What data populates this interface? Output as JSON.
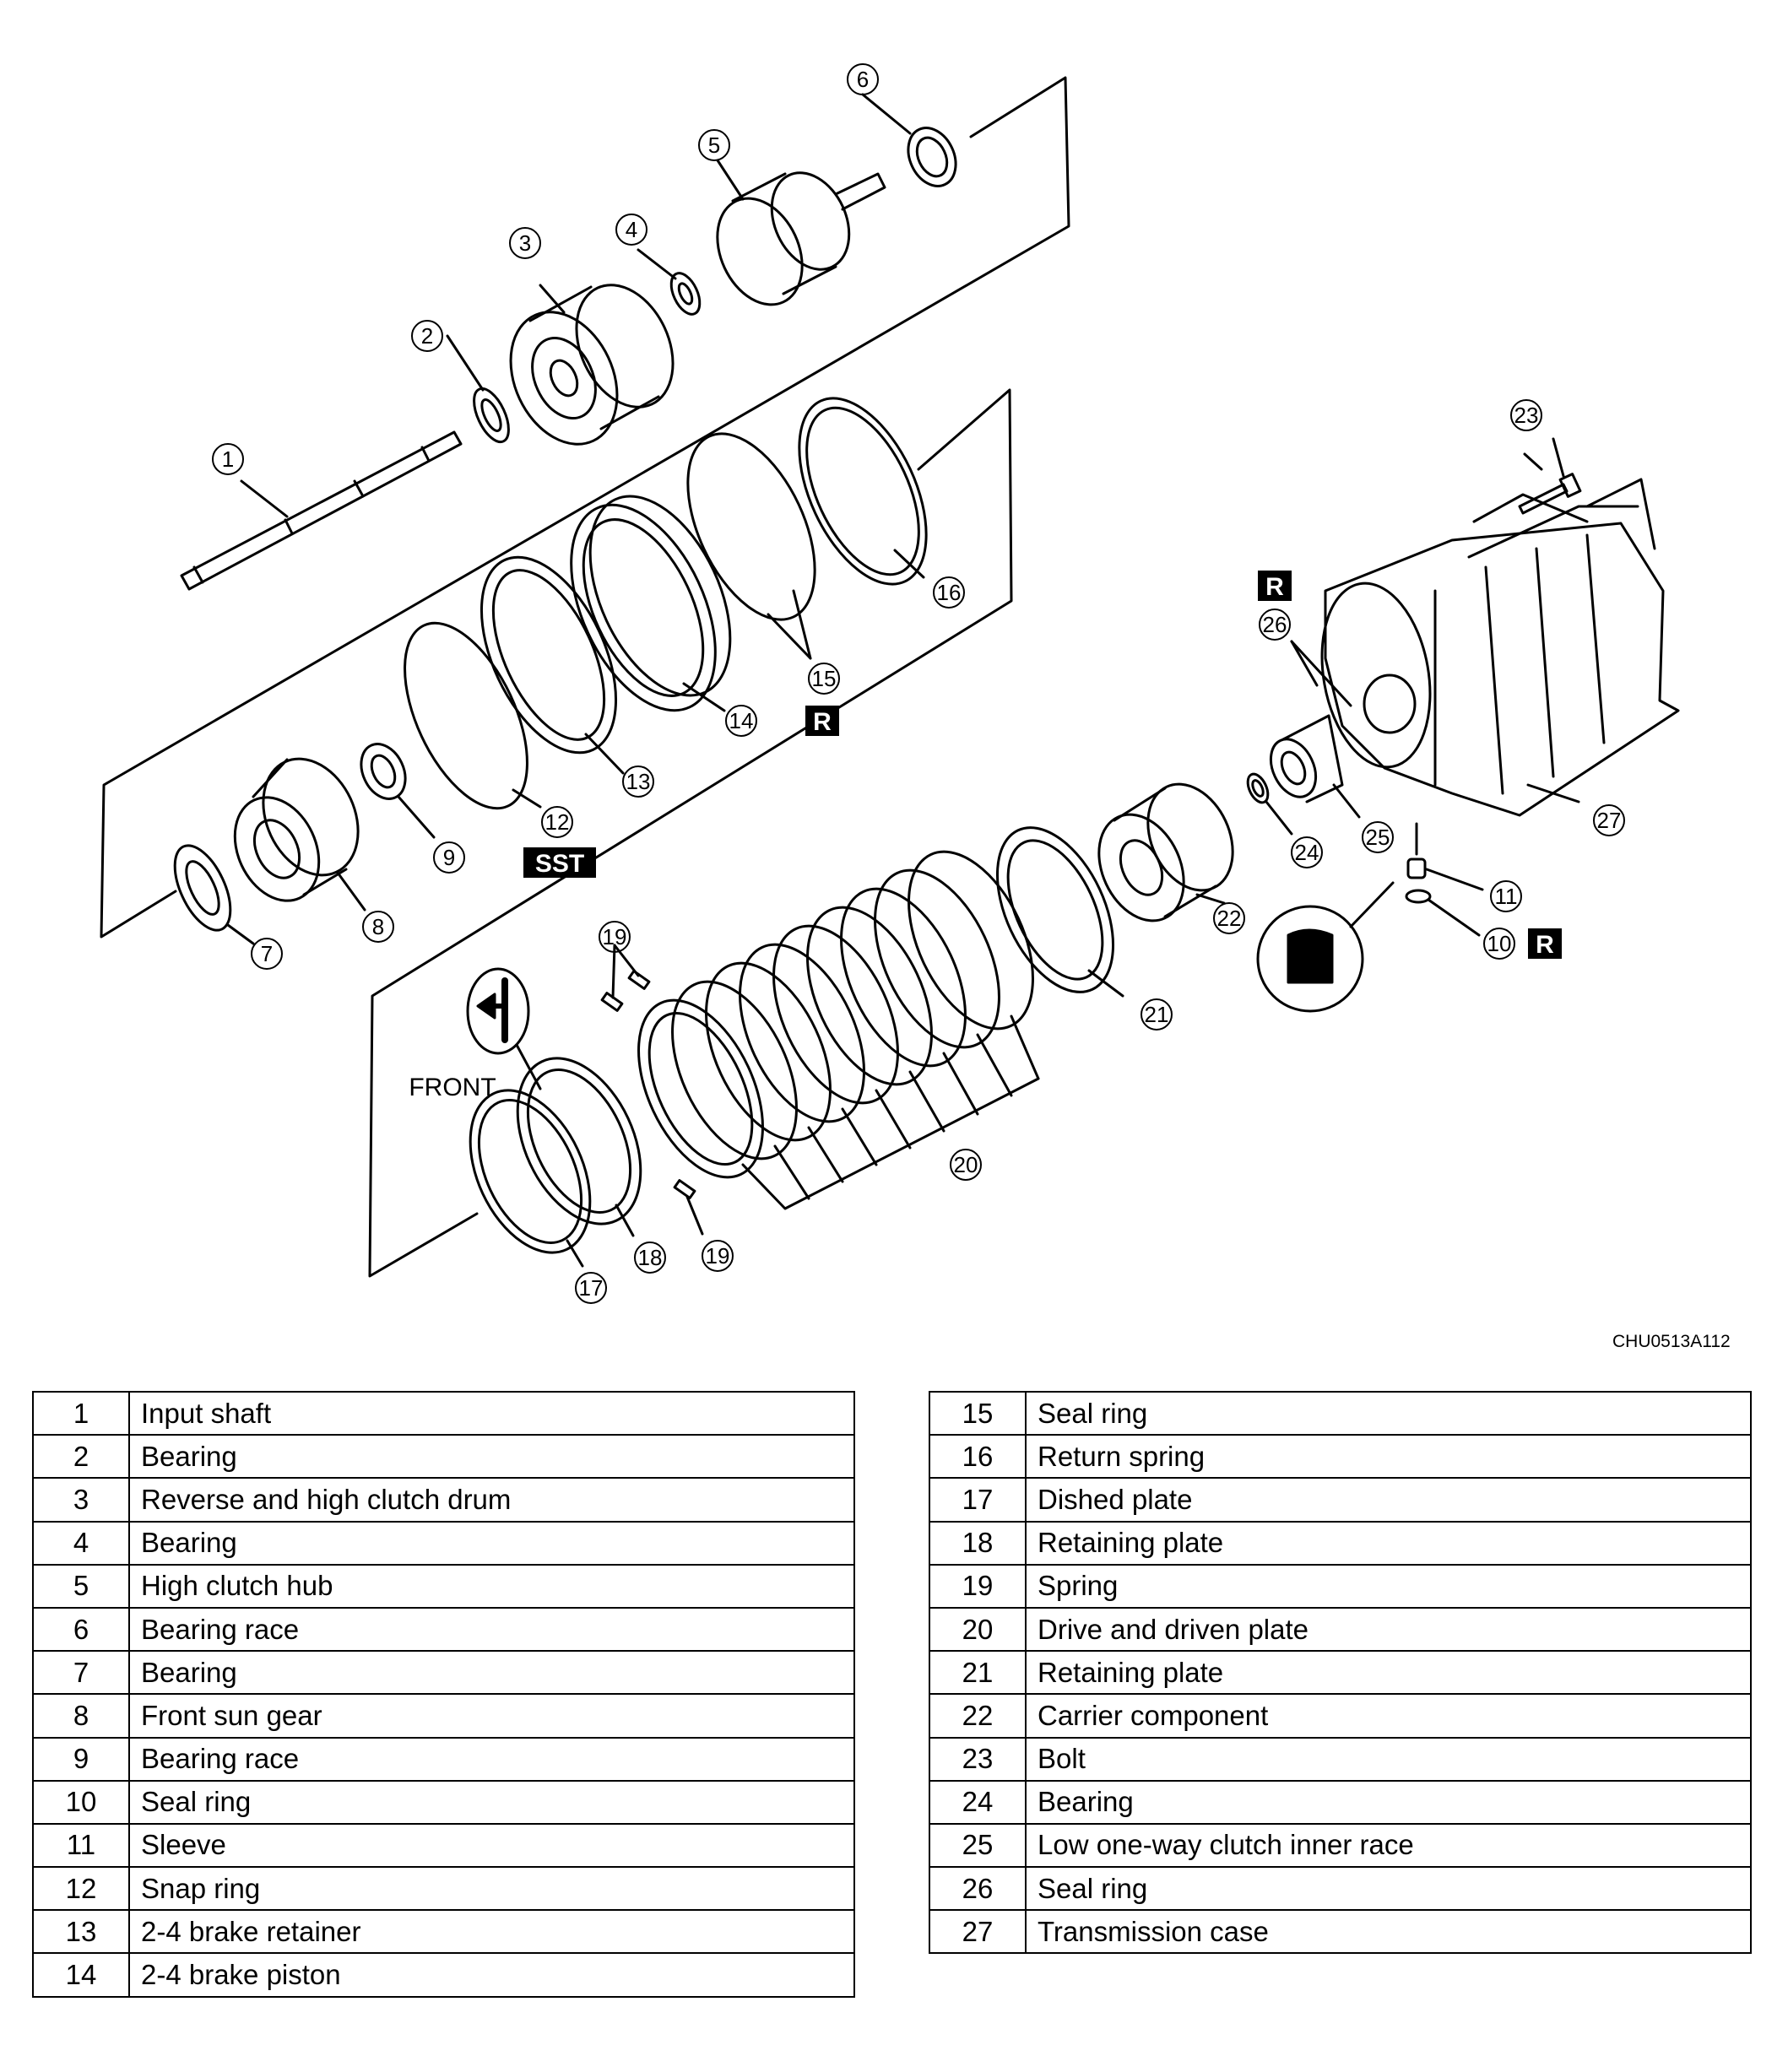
{
  "diagram": {
    "callouts": [
      "1",
      "2",
      "3",
      "4",
      "5",
      "6",
      "7",
      "8",
      "9",
      "10",
      "11",
      "12",
      "13",
      "14",
      "15",
      "16",
      "17",
      "18",
      "19",
      "19",
      "20",
      "21",
      "22",
      "23",
      "24",
      "25",
      "26",
      "27"
    ],
    "tags": {
      "r": "R",
      "sst": "SST"
    },
    "front_label": "FRONT",
    "image_code": "CHU0513A112"
  },
  "parts_table": {
    "left": [
      {
        "num": "1",
        "name": "Input shaft"
      },
      {
        "num": "2",
        "name": "Bearing"
      },
      {
        "num": "3",
        "name": "Reverse and high clutch drum"
      },
      {
        "num": "4",
        "name": "Bearing"
      },
      {
        "num": "5",
        "name": "High clutch hub"
      },
      {
        "num": "6",
        "name": "Bearing race"
      },
      {
        "num": "7",
        "name": "Bearing"
      },
      {
        "num": "8",
        "name": "Front sun gear"
      },
      {
        "num": "9",
        "name": "Bearing race"
      },
      {
        "num": "10",
        "name": "Seal ring"
      },
      {
        "num": "11",
        "name": "Sleeve"
      },
      {
        "num": "12",
        "name": "Snap ring"
      },
      {
        "num": "13",
        "name": "2-4 brake retainer"
      },
      {
        "num": "14",
        "name": "2-4 brake piston"
      }
    ],
    "right": [
      {
        "num": "15",
        "name": "Seal ring"
      },
      {
        "num": "16",
        "name": "Return spring"
      },
      {
        "num": "17",
        "name": "Dished plate"
      },
      {
        "num": "18",
        "name": "Retaining plate"
      },
      {
        "num": "19",
        "name": "Spring"
      },
      {
        "num": "20",
        "name": "Drive and driven plate"
      },
      {
        "num": "21",
        "name": "Retaining plate"
      },
      {
        "num": "22",
        "name": "Carrier component"
      },
      {
        "num": "23",
        "name": "Bolt"
      },
      {
        "num": "24",
        "name": "Bearing"
      },
      {
        "num": "25",
        "name": "Low one-way clutch inner race"
      },
      {
        "num": "26",
        "name": "Seal ring"
      },
      {
        "num": "27",
        "name": "Transmission case"
      }
    ]
  }
}
